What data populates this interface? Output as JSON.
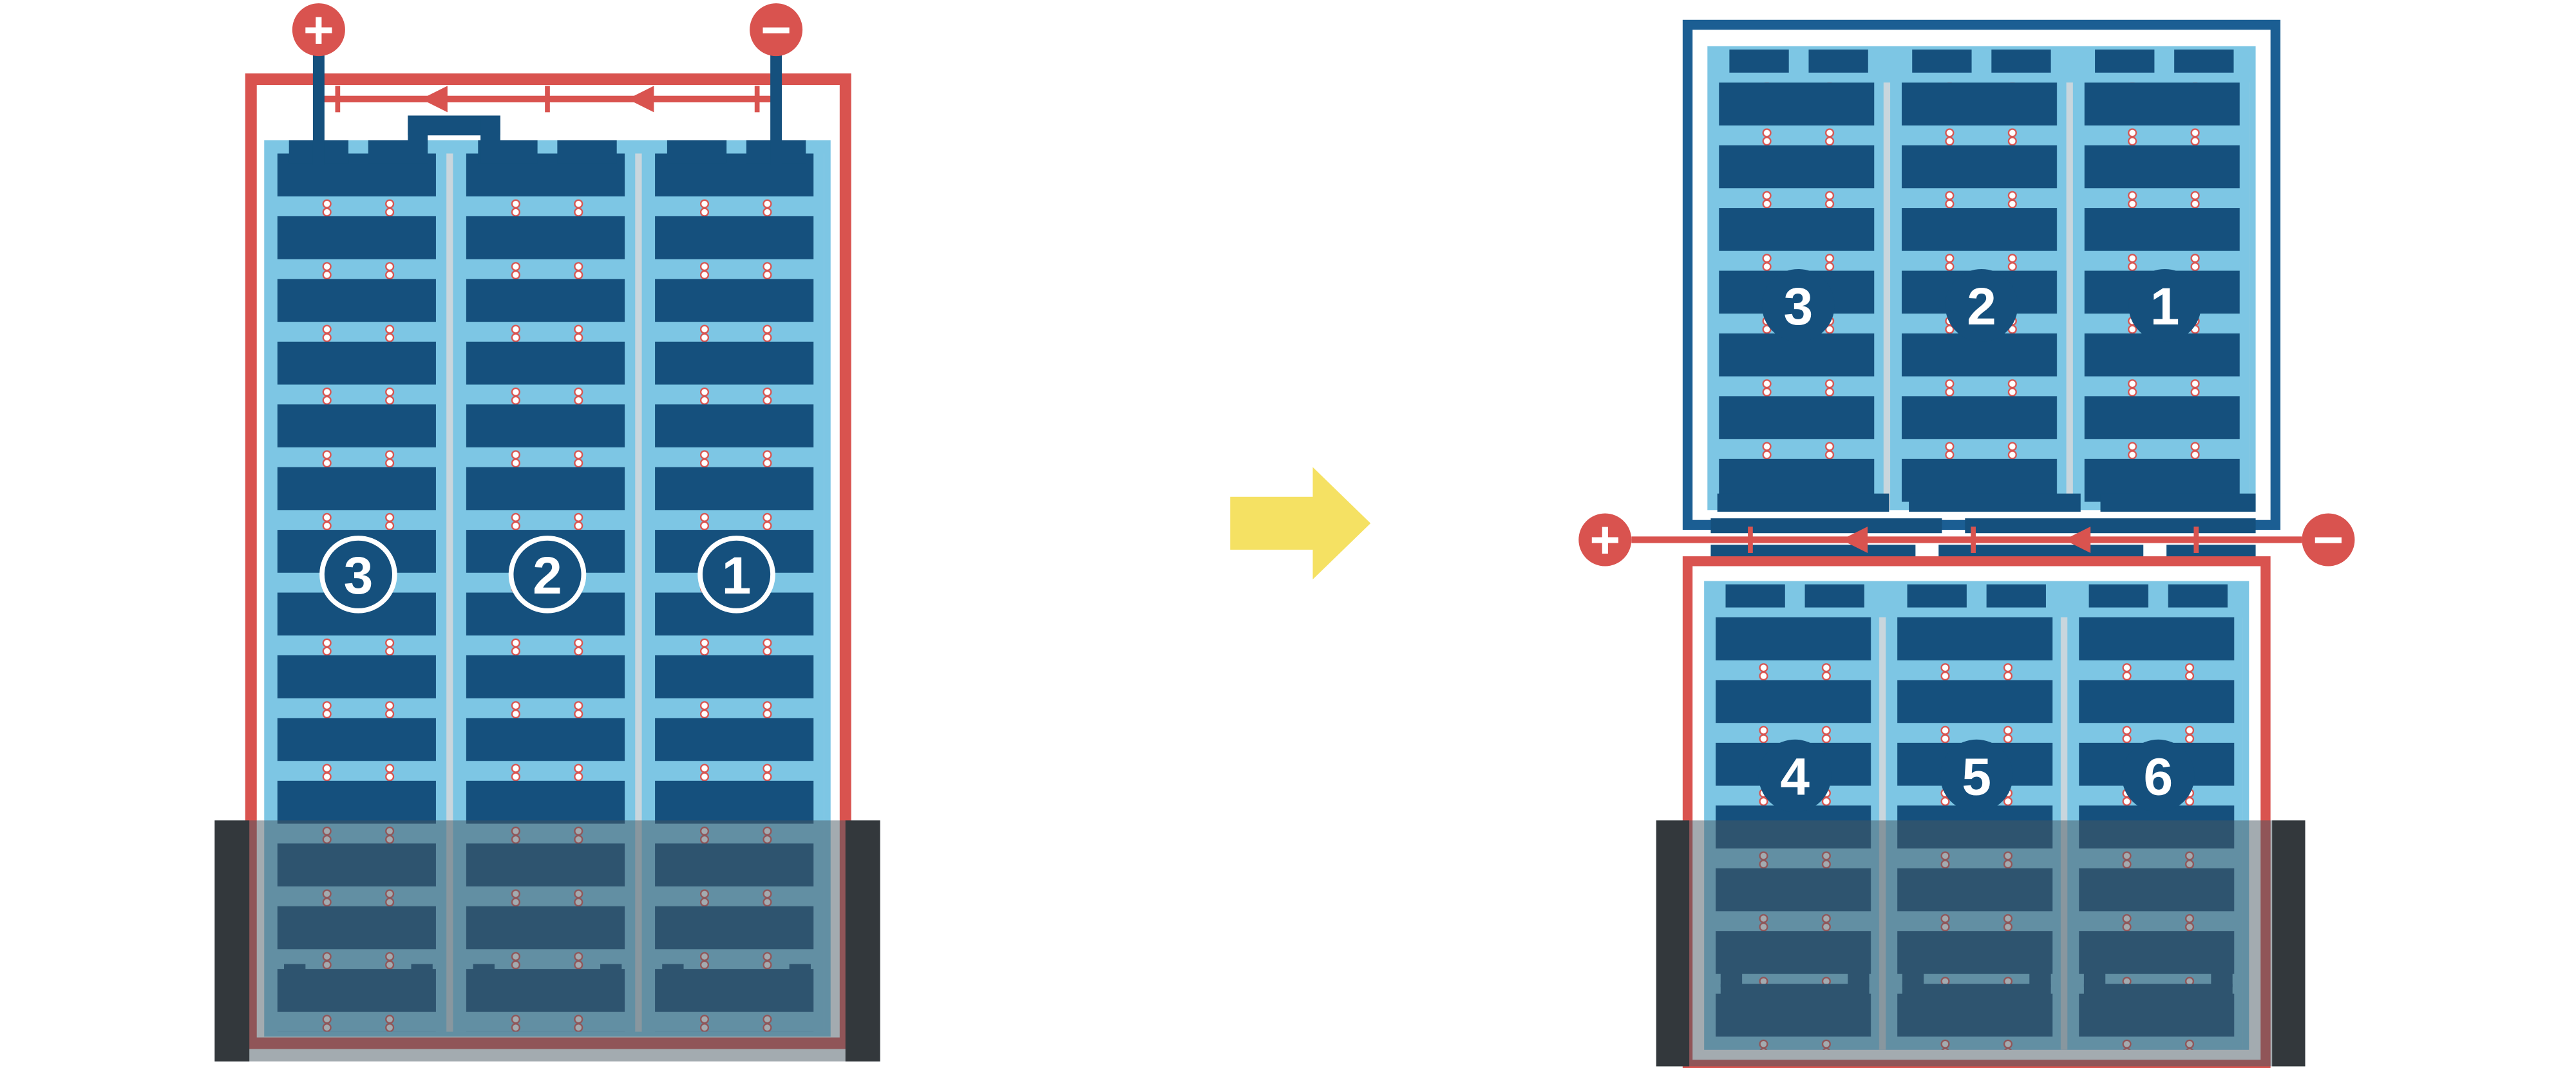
{
  "colors": {
    "red": "#D9534F",
    "navy": "#15507D",
    "frame_blue": "#1B5E93",
    "light_blue": "#7DC6E4",
    "divider_gray": "#C9D6DD",
    "yellow": "#F5E163",
    "water_overlay": "rgba(72,88,98,0.5)",
    "side_bar": "#33383C",
    "dot_white": "#FFFFFF",
    "background": "#FFFFFF"
  },
  "icons": {
    "positive_terminal": "plus-circle-icon",
    "negative_terminal": "minus-circle-icon",
    "transform_arrow": "right-block-arrow-icon",
    "current_flow": "left-arrowhead-icon"
  },
  "left_diagram": {
    "terminals": {
      "positive": "+",
      "negative": "−"
    },
    "strings": [
      "3",
      "2",
      "1"
    ]
  },
  "right_diagram": {
    "terminals": {
      "positive": "+",
      "negative": "−"
    },
    "top_strings": [
      "3",
      "2",
      "1"
    ],
    "bottom_strings": [
      "4",
      "5",
      "6"
    ]
  }
}
